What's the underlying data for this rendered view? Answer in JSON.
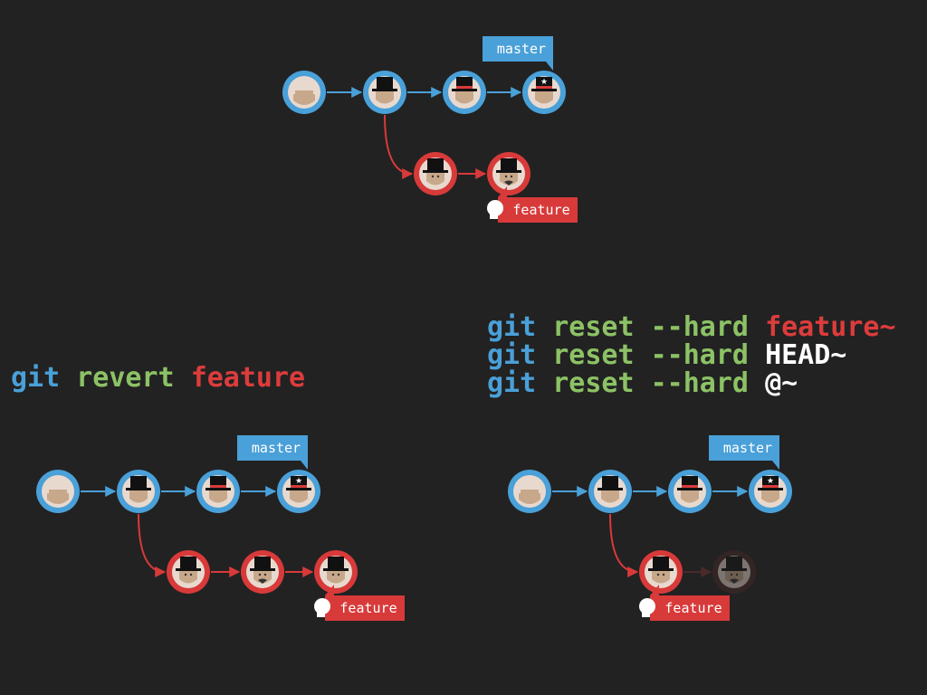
{
  "colors": {
    "background": "#222222",
    "master": "#4aa0d8",
    "feature": "#d83a3a",
    "git_keyword": "#4aa0d8",
    "subcommand": "#8cc265",
    "ref_name": "#dd3c3c",
    "plain": "#ffffff",
    "face": "#e8d9cf",
    "skin": "#c8a88a",
    "hat": "#111111",
    "faded": "#4a2a2a"
  },
  "revert_command": {
    "tokens": [
      {
        "text": "git",
        "kind": "git"
      },
      {
        "text": " ",
        "kind": "space"
      },
      {
        "text": "revert",
        "kind": "subcommand"
      },
      {
        "text": " ",
        "kind": "space"
      },
      {
        "text": "feature",
        "kind": "ref"
      }
    ]
  },
  "reset_commands": [
    {
      "tokens": [
        {
          "text": "git",
          "kind": "git"
        },
        {
          "text": " ",
          "kind": "space"
        },
        {
          "text": "reset",
          "kind": "subcommand"
        },
        {
          "text": " ",
          "kind": "space"
        },
        {
          "text": "--hard",
          "kind": "subcommand"
        },
        {
          "text": " ",
          "kind": "space"
        },
        {
          "text": "feature~",
          "kind": "ref"
        }
      ]
    },
    {
      "tokens": [
        {
          "text": "git",
          "kind": "git"
        },
        {
          "text": " ",
          "kind": "space"
        },
        {
          "text": "reset",
          "kind": "subcommand"
        },
        {
          "text": " ",
          "kind": "space"
        },
        {
          "text": "--hard",
          "kind": "subcommand"
        },
        {
          "text": " ",
          "kind": "space"
        },
        {
          "text": "HEAD~",
          "kind": "plain"
        }
      ]
    },
    {
      "tokens": [
        {
          "text": "git",
          "kind": "git"
        },
        {
          "text": " ",
          "kind": "space"
        },
        {
          "text": "reset",
          "kind": "subcommand"
        },
        {
          "text": " ",
          "kind": "space"
        },
        {
          "text": "--hard",
          "kind": "subcommand"
        },
        {
          "text": " ",
          "kind": "space"
        },
        {
          "text": "@~",
          "kind": "plain"
        }
      ]
    }
  ],
  "branch_labels": {
    "master": "master",
    "feature": "feature"
  },
  "diagrams": [
    {
      "id": "initial",
      "master_commits": [
        "plain",
        "hat",
        "hat-band",
        "hat-star"
      ],
      "feature_commits": [
        "hat-old",
        "hat-old-goatee"
      ],
      "head_branch": "feature"
    },
    {
      "id": "after-revert",
      "master_commits": [
        "plain",
        "hat",
        "hat-band",
        "hat-star"
      ],
      "feature_commits": [
        "hat-old",
        "hat-old-goatee",
        "hat-old"
      ],
      "head_branch": "feature"
    },
    {
      "id": "after-reset",
      "master_commits": [
        "plain",
        "hat",
        "hat-band",
        "hat-star"
      ],
      "feature_commits": [
        "hat-old",
        "hat-old-goatee-faded"
      ],
      "head_branch": "feature"
    }
  ]
}
